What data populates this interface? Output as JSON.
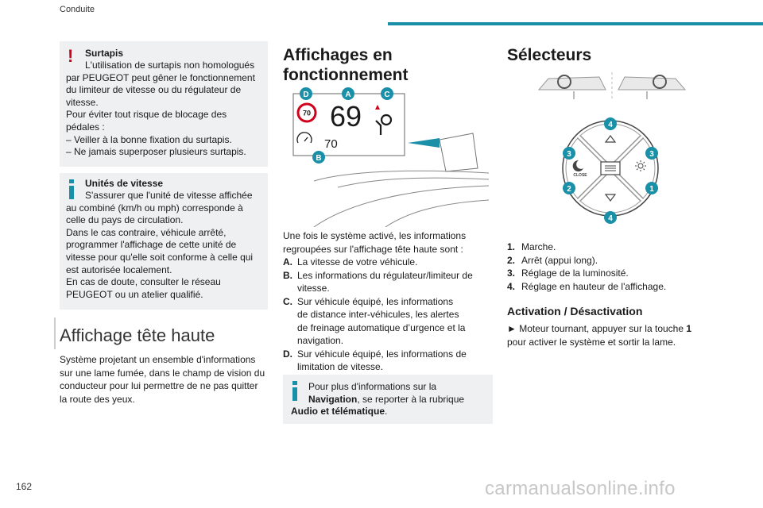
{
  "header": {
    "title": "Conduite"
  },
  "page_number": "162",
  "watermark": "carmanualsonline.info",
  "warning_box": {
    "icon": "exclamation-icon",
    "title": "Surtapis",
    "lines": [
      "L'utilisation de surtapis non homologués",
      "par PEUGEOT peut gêner le fonctionnement",
      "du limiteur de vitesse ou du régulateur de",
      "vitesse.",
      "Pour éviter tout risque de blocage des",
      "pédales :",
      "– Veiller à la bonne fixation du surtapis.",
      "– Ne jamais superposer plusieurs surtapis."
    ]
  },
  "info_box_1": {
    "icon": "info-icon",
    "title": "Unités de vitesse",
    "lines": [
      "S'assurer que l'unité de vitesse affichée",
      "au combiné (km/h ou mph) corresponde à",
      "celle du pays de circulation.",
      "Dans le cas contraire, véhicule arrêté,",
      "programmer l'affichage de cette unité de",
      "vitesse pour qu'elle soit conforme à celle qui",
      "est autorisée localement.",
      "En cas de doute, consulter le réseau",
      "PEUGEOT ou un atelier qualifié."
    ]
  },
  "hud_section": {
    "title": "Affichage tête haute",
    "lines": [
      "Système projetant un ensemble d'informations",
      "sur une lame fumée, dans le champ de vision du",
      "conducteur pour lui permettre de ne pas quitter",
      "la route des yeux."
    ]
  },
  "display_section": {
    "title_line1": "Affichages en",
    "title_line2": "fonctionnement",
    "figure": {
      "speed_limit": "70",
      "speed": "69",
      "cruise_value": "70",
      "callouts": [
        "D",
        "A",
        "C",
        "B"
      ]
    },
    "intro_lines": [
      "Une fois le système activé, les informations",
      "regroupées sur l'affichage tête haute sont :"
    ],
    "items": [
      {
        "letter": "A.",
        "lines": [
          "La vitesse de votre véhicule."
        ]
      },
      {
        "letter": "B.",
        "lines": [
          "Les informations du régulateur/limiteur de",
          "vitesse."
        ]
      },
      {
        "letter": "C.",
        "lines": [
          "Sur véhicule équipé, les informations",
          "de distance inter-véhicules, les alertes",
          "de freinage automatique d’urgence et la",
          "navigation."
        ]
      },
      {
        "letter": "D.",
        "lines": [
          "Sur véhicule équipé, les informations de",
          "limitation de vitesse."
        ]
      }
    ],
    "info_box": {
      "line1": "Pour plus d'informations sur la",
      "line2_bold": "Navigation",
      "line2_rest": ", se reporter à la rubrique",
      "line3_bold": "Audio et télématique",
      "line3_rest": "."
    }
  },
  "selectors_section": {
    "title": "Sélecteurs",
    "figure": {
      "close_label": "CLOSE",
      "callouts": [
        "4",
        "3",
        "3",
        "2",
        "1",
        "4"
      ]
    },
    "items": [
      {
        "num": "1.",
        "text": "Marche."
      },
      {
        "num": "2.",
        "text": "Arrêt (appui long)."
      },
      {
        "num": "3.",
        "text": "Réglage de la luminosité."
      },
      {
        "num": "4.",
        "text": "Réglage en hauteur de l'affichage."
      }
    ],
    "activation": {
      "title": "Activation / Désactivation",
      "line1_prefix": "► ",
      "line1": "Moteur tournant, appuyer sur la touche ",
      "line1_bold": "1",
      "line2": "pour activer le système et sortir la lame."
    }
  },
  "colors": {
    "accent": "#1a8fa8",
    "warning": "#d0021b",
    "box_bg": "#eef0f2"
  }
}
